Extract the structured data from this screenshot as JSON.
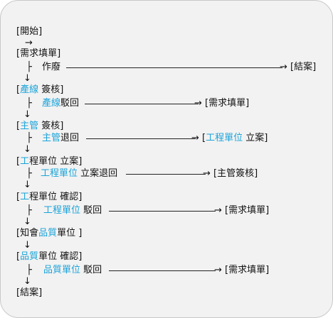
{
  "accent_color": "#1aa3d9",
  "flow": {
    "start": "[開始]",
    "arrow_right": "→",
    "arrow_down": "↓",
    "branch": "├",
    "b1": {
      "title": "[需求填單]",
      "action": "作廢",
      "target": "→ [結案]"
    },
    "b2": {
      "open": "[",
      "dept": "產線",
      "title_rest": " 簽核]",
      "action_dept": "產線",
      "action_rest": "駁回",
      "target": "→ [需求填單]"
    },
    "b3": {
      "open": "[",
      "dept": "主管",
      "title_rest": " 簽核]",
      "action_dept": "主管",
      "action_rest": "退回",
      "target_open": "→ [",
      "target_dept": "工程單位",
      "target_rest": " 立案]"
    },
    "b4": {
      "open": "[",
      "dept": "工",
      "title_rest": "程單位 立案]",
      "action_dept": "工程單位",
      "action_rest": " 立案退回",
      "target": "→ [主管簽核]"
    },
    "b5": {
      "open": "[",
      "dept": "工",
      "title_rest": "程單位 確認]",
      "action_dept": "工程單位",
      "action_rest": " 駁回",
      "target": "→ [需求填單]"
    },
    "b6": {
      "open": "[知會",
      "dept": "品質",
      "title_rest": "單位 ]"
    },
    "b7": {
      "open": "[",
      "dept": "品質",
      "title_rest": "單位 確認]",
      "action_dept": "品質單位",
      "action_rest": " 駁回",
      "target": "→ [需求填單]"
    },
    "end": "[結案]"
  }
}
